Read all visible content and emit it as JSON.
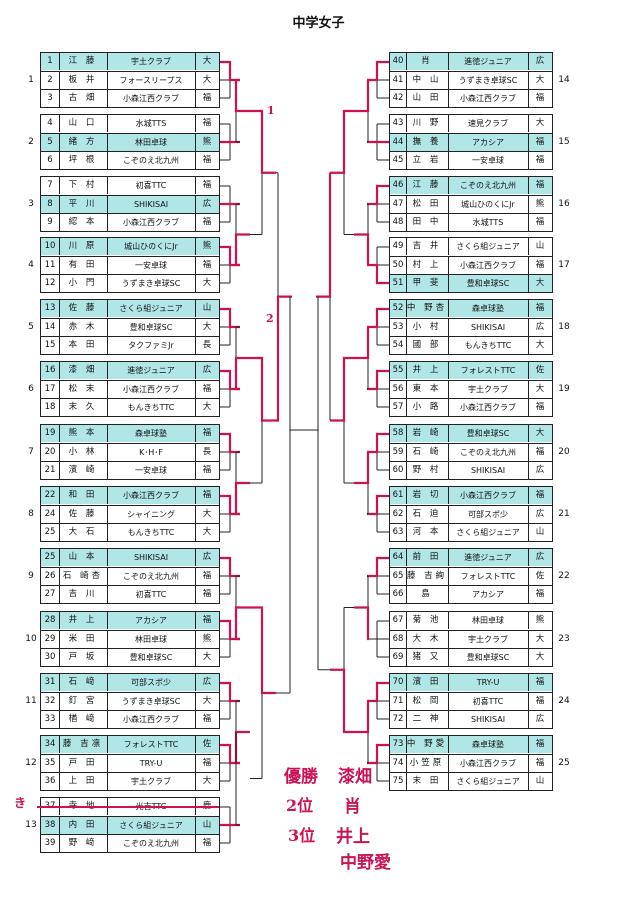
{
  "title": "中学女子",
  "groups": [
    {
      "num": "1",
      "side": "L",
      "players": [
        {
          "no": "1",
          "name": "江 藤",
          "club": "宇土クラブ",
          "pref": "大",
          "hl": true
        },
        {
          "no": "2",
          "name": "板 井",
          "club": "フォースリープス",
          "pref": "大"
        },
        {
          "no": "3",
          "name": "古 畑",
          "club": "小森江西クラブ",
          "pref": "福"
        }
      ]
    },
    {
      "num": "2",
      "side": "L",
      "players": [
        {
          "no": "4",
          "name": "山 口",
          "club": "水城TTS",
          "pref": "福"
        },
        {
          "no": "5",
          "name": "緒 方",
          "club": "林田卓球",
          "pref": "熊",
          "hl": true
        },
        {
          "no": "6",
          "name": "坪 根",
          "club": "こぞのえ北九州",
          "pref": "福"
        }
      ]
    },
    {
      "num": "3",
      "side": "L",
      "players": [
        {
          "no": "7",
          "name": "下 村",
          "club": "初喜TTC",
          "pref": "福"
        },
        {
          "no": "8",
          "name": "平 川",
          "club": "SHIKISAI",
          "pref": "広",
          "hl": true
        },
        {
          "no": "9",
          "name": "綛 本",
          "club": "小森江西クラブ",
          "pref": "福"
        }
      ]
    },
    {
      "num": "4",
      "side": "L",
      "players": [
        {
          "no": "10",
          "name": "川 原",
          "club": "城山ひのくにJr",
          "pref": "熊",
          "hl": true
        },
        {
          "no": "11",
          "name": "有 田",
          "club": "一安卓球",
          "pref": "福"
        },
        {
          "no": "12",
          "name": "小 門",
          "club": "うずまき卓球SC",
          "pref": "大"
        }
      ]
    },
    {
      "num": "5",
      "side": "L",
      "players": [
        {
          "no": "13",
          "name": "佐 藤",
          "club": "さくら組ジュニア",
          "pref": "山",
          "hl": true
        },
        {
          "no": "14",
          "name": "赤 木",
          "club": "豊和卓球SC",
          "pref": "大"
        },
        {
          "no": "15",
          "name": "本 田",
          "club": "タクファミJr",
          "pref": "長"
        }
      ]
    },
    {
      "num": "6",
      "side": "L",
      "players": [
        {
          "no": "16",
          "name": "漆 畑",
          "club": "進徳ジュニア",
          "pref": "広",
          "hl": true
        },
        {
          "no": "17",
          "name": "松 末",
          "club": "小森江西クラブ",
          "pref": "福"
        },
        {
          "no": "18",
          "name": "末 久",
          "club": "もんきちTTC",
          "pref": "大"
        }
      ]
    },
    {
      "num": "7",
      "side": "L",
      "players": [
        {
          "no": "19",
          "name": "熊 本",
          "club": "森卓球塾",
          "pref": "福",
          "hl": true
        },
        {
          "no": "20",
          "name": "小 林",
          "club": "K･H･F",
          "pref": "長"
        },
        {
          "no": "21",
          "name": "濱 崎",
          "club": "一安卓球",
          "pref": "福"
        }
      ]
    },
    {
      "num": "8",
      "side": "L",
      "players": [
        {
          "no": "22",
          "name": "和 田",
          "club": "小森江西クラブ",
          "pref": "福",
          "hl": true
        },
        {
          "no": "24",
          "name": "佐 藤",
          "club": "シャイニング",
          "pref": "大"
        },
        {
          "no": "25",
          "name": "大 石",
          "club": "もんきちTTC",
          "pref": "大"
        }
      ]
    },
    {
      "num": "9",
      "side": "L",
      "players": [
        {
          "no": "25",
          "name": "山 本",
          "club": "SHIKISAI",
          "pref": "広",
          "hl": true
        },
        {
          "no": "26",
          "name": "石 崎杏",
          "club": "こぞのえ北九州",
          "pref": "福"
        },
        {
          "no": "27",
          "name": "吉 川",
          "club": "初喜TTC",
          "pref": "福"
        }
      ]
    },
    {
      "num": "10",
      "side": "L",
      "players": [
        {
          "no": "28",
          "name": "井 上",
          "club": "アカシア",
          "pref": "福",
          "hl": true
        },
        {
          "no": "29",
          "name": "米 田",
          "club": "林田卓球",
          "pref": "熊"
        },
        {
          "no": "30",
          "name": "戸 坂",
          "club": "豊和卓球SC",
          "pref": "大"
        }
      ]
    },
    {
      "num": "11",
      "side": "L",
      "players": [
        {
          "no": "31",
          "name": "石 﨑",
          "club": "可部スポ少",
          "pref": "広",
          "hl": true
        },
        {
          "no": "32",
          "name": "釘 宮",
          "club": "うずまき卓球SC",
          "pref": "大"
        },
        {
          "no": "33",
          "name": "楢 﨑",
          "club": "小森江西クラブ",
          "pref": "福"
        }
      ]
    },
    {
      "num": "12",
      "side": "L",
      "players": [
        {
          "no": "34",
          "name": "藤 吉凛",
          "club": "フォレストTTC",
          "pref": "佐",
          "hl": true
        },
        {
          "no": "35",
          "name": "戸 田",
          "club": "TRY-U",
          "pref": "福"
        },
        {
          "no": "36",
          "name": "上 田",
          "club": "宇土クラブ",
          "pref": "大"
        }
      ]
    },
    {
      "num": "13",
      "side": "L",
      "players": [
        {
          "no": "37",
          "name": "寺 地",
          "club": "光吉TTC",
          "pref": "鹿",
          "strike": true
        },
        {
          "no": "38",
          "name": "内 田",
          "club": "さくら組ジュニア",
          "pref": "山",
          "hl": true
        },
        {
          "no": "39",
          "name": "野 﨑",
          "club": "こぞのえ北九州",
          "pref": "福"
        }
      ]
    },
    {
      "num": "14",
      "side": "R",
      "players": [
        {
          "no": "40",
          "name": "肖",
          "club": "進徳ジュニア",
          "pref": "広",
          "hl": true
        },
        {
          "no": "41",
          "name": "中 山",
          "club": "うずまき卓球SC",
          "pref": "大"
        },
        {
          "no": "42",
          "name": "山 田",
          "club": "小森江西クラブ",
          "pref": "福"
        }
      ]
    },
    {
      "num": "15",
      "side": "R",
      "players": [
        {
          "no": "43",
          "name": "川 野",
          "club": "速見クラブ",
          "pref": "大"
        },
        {
          "no": "44",
          "name": "撫 養",
          "club": "アカシア",
          "pref": "福",
          "hl": true
        },
        {
          "no": "45",
          "name": "立 岩",
          "club": "一安卓球",
          "pref": "福"
        }
      ]
    },
    {
      "num": "16",
      "side": "R",
      "players": [
        {
          "no": "46",
          "name": "江 藤",
          "club": "こぞのえ北九州",
          "pref": "福",
          "hl": true
        },
        {
          "no": "47",
          "name": "松 田",
          "club": "城山ひのくにJr",
          "pref": "熊"
        },
        {
          "no": "48",
          "name": "田 中",
          "club": "水城TTS",
          "pref": "福"
        }
      ]
    },
    {
      "num": "17",
      "side": "R",
      "players": [
        {
          "no": "49",
          "name": "吉 井",
          "club": "さくら組ジュニア",
          "pref": "山"
        },
        {
          "no": "50",
          "name": "村 上",
          "club": "小森江西クラブ",
          "pref": "福"
        },
        {
          "no": "51",
          "name": "甲 斐",
          "club": "豊和卓球SC",
          "pref": "大",
          "hl": true
        }
      ]
    },
    {
      "num": "18",
      "side": "R",
      "players": [
        {
          "no": "52",
          "name": "中 野杏",
          "club": "森卓球塾",
          "pref": "福",
          "hl": true
        },
        {
          "no": "53",
          "name": "小 村",
          "club": "SHIKISAI",
          "pref": "広"
        },
        {
          "no": "54",
          "name": "國 部",
          "club": "もんきちTTC",
          "pref": "大"
        }
      ]
    },
    {
      "num": "19",
      "side": "R",
      "players": [
        {
          "no": "55",
          "name": "井 上",
          "club": "フォレストTTC",
          "pref": "佐",
          "hl": true
        },
        {
          "no": "56",
          "name": "東 本",
          "club": "宇土クラブ",
          "pref": "大"
        },
        {
          "no": "57",
          "name": "小 路",
          "club": "小森江西クラブ",
          "pref": "福"
        }
      ]
    },
    {
      "num": "20",
      "side": "R",
      "players": [
        {
          "no": "58",
          "name": "岩 崎",
          "club": "豊和卓球SC",
          "pref": "大",
          "hl": true
        },
        {
          "no": "59",
          "name": "石 崎",
          "club": "こぞのえ北九州",
          "pref": "福"
        },
        {
          "no": "60",
          "name": "野 村",
          "club": "SHIKISAI",
          "pref": "広"
        }
      ]
    },
    {
      "num": "21",
      "side": "R",
      "players": [
        {
          "no": "61",
          "name": "岩 切",
          "club": "小森江西クラブ",
          "pref": "福",
          "hl": true
        },
        {
          "no": "62",
          "name": "石 迫",
          "club": "可部スポ少",
          "pref": "広"
        },
        {
          "no": "63",
          "name": "河 本",
          "club": "さくら組ジュニア",
          "pref": "山"
        }
      ]
    },
    {
      "num": "22",
      "side": "R",
      "players": [
        {
          "no": "64",
          "name": "前 田",
          "club": "進徳ジュニア",
          "pref": "広",
          "hl": true
        },
        {
          "no": "65",
          "name": "藤 吉絢",
          "club": "フォレストTTC",
          "pref": "佐"
        },
        {
          "no": "66",
          "name": "島",
          "club": "アカシア",
          "pref": "福"
        }
      ]
    },
    {
      "num": "23",
      "side": "R",
      "players": [
        {
          "no": "67",
          "name": "菊 池",
          "club": "林田卓球",
          "pref": "熊"
        },
        {
          "no": "68",
          "name": "大 木",
          "club": "宇土クラブ",
          "pref": "大"
        },
        {
          "no": "69",
          "name": "猪 又",
          "club": "豊和卓球SC",
          "pref": "大"
        }
      ]
    },
    {
      "num": "24",
      "side": "R",
      "players": [
        {
          "no": "70",
          "name": "濱 田",
          "club": "TRY-U",
          "pref": "福",
          "hl": true
        },
        {
          "no": "71",
          "name": "松 岡",
          "club": "初喜TTC",
          "pref": "福"
        },
        {
          "no": "72",
          "name": "二 神",
          "club": "SHIKISAI",
          "pref": "広"
        }
      ]
    },
    {
      "num": "25",
      "side": "R",
      "players": [
        {
          "no": "73",
          "name": "中 野愛",
          "club": "森卓球塾",
          "pref": "福",
          "hl": true
        },
        {
          "no": "74",
          "name": "小笠原",
          "club": "小森江西クラブ",
          "pref": "福"
        },
        {
          "no": "75",
          "name": "末 田",
          "club": "さくら組ジュニア",
          "pref": "山"
        }
      ]
    }
  ],
  "annotations": {
    "round_mark_1": "1",
    "round_mark_2": "2",
    "forfeit_mark": "き",
    "results": [
      {
        "place": "優勝",
        "name": "漆畑"
      },
      {
        "place": "2位",
        "name": "肖"
      },
      {
        "place": "3位",
        "name": "井上"
      },
      {
        "place": "",
        "name": "中野愛"
      }
    ]
  },
  "colors": {
    "highlight": "#50c8c8",
    "pen": "#cc1155",
    "line": "#222222"
  }
}
